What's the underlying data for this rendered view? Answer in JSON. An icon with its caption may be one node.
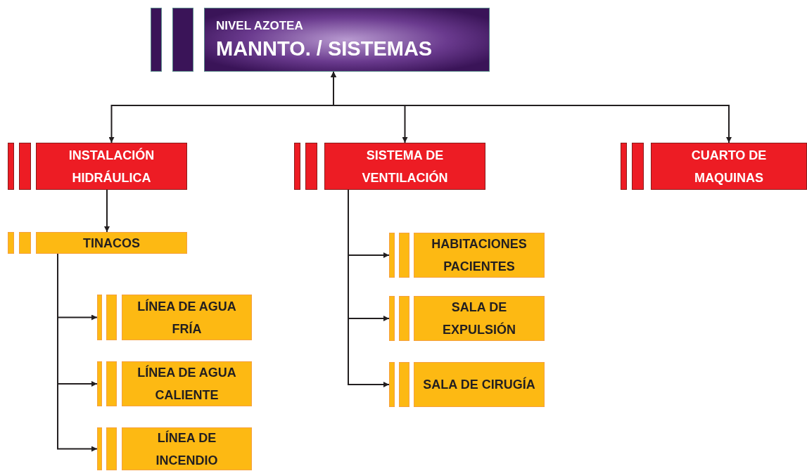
{
  "diagram": {
    "nodes": [
      {
        "text": [
          "NIVEL AZOTEA",
          "MANNTO. / SISTEMAS"
        ]
      },
      {
        "text": [
          "INSTALACIÓN HIDRÁULICA"
        ]
      },
      {
        "text": [
          "SISTEMA DE VENTILACIÓN"
        ]
      },
      {
        "text": [
          "CUARTO DE MAQUINAS"
        ]
      },
      {
        "text": [
          "TINACOS"
        ]
      },
      {
        "text": [
          "LÍNEA DE AGUA FRÍA"
        ]
      },
      {
        "text": [
          "LÍNEA DE AGUA CALIENTE"
        ]
      },
      {
        "text": [
          "LÍNEA DE INCENDIO"
        ]
      },
      {
        "text": [
          "HABITACIONES PACIENTES"
        ]
      },
      {
        "text": [
          "SALA DE EXPULSIÓN"
        ]
      },
      {
        "text": [
          "SALA DE CIRUGÍA"
        ]
      }
    ],
    "edges": [
      {
        "from": 0,
        "to": 1,
        "arrow": "both"
      },
      {
        "from": 0,
        "to": 2,
        "arrow": "both"
      },
      {
        "from": 0,
        "to": 3,
        "arrow": "both"
      },
      {
        "from": 1,
        "to": 4,
        "arrow": "to"
      },
      {
        "from": 4,
        "to": 5,
        "arrow": "to"
      },
      {
        "from": 4,
        "to": 6,
        "arrow": "to"
      },
      {
        "from": 4,
        "to": 7,
        "arrow": "to"
      },
      {
        "from": 2,
        "to": 8,
        "arrow": "to"
      },
      {
        "from": 2,
        "to": 9,
        "arrow": "to"
      },
      {
        "from": 2,
        "to": 10,
        "arrow": "to"
      }
    ]
  }
}
